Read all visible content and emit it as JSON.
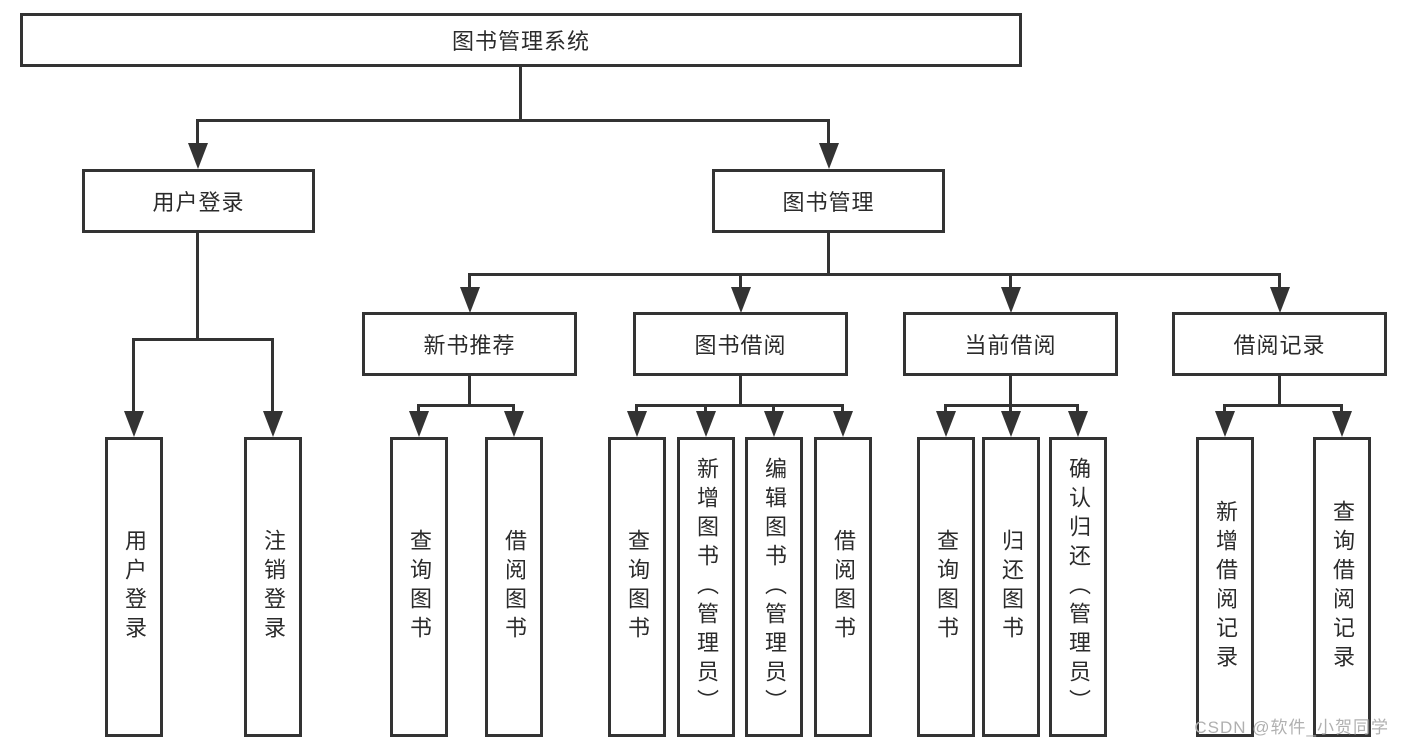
{
  "tree": {
    "root": "图书管理系统",
    "branches": [
      {
        "label": "用户登录",
        "children": [
          "用户登录",
          "注销登录"
        ]
      },
      {
        "label": "图书管理",
        "groups": [
          {
            "label": "新书推荐",
            "children": [
              "查询图书",
              "借阅图书"
            ]
          },
          {
            "label": "图书借阅",
            "children": [
              "查询图书",
              "新增图书（管理员）",
              "编辑图书（管理员）",
              "借阅图书"
            ]
          },
          {
            "label": "当前借阅",
            "children": [
              "查询图书",
              "归还图书",
              "确认归还（管理员）"
            ]
          },
          {
            "label": "借阅记录",
            "children": [
              "新增借阅记录",
              "查询借阅记录"
            ]
          }
        ]
      }
    ]
  },
  "watermark": "CSDN @软件_小贺同学",
  "colors": {
    "line": "#333333",
    "text": "#2b2b2b",
    "watermark": "#b0b0b0",
    "background": "#ffffff"
  }
}
